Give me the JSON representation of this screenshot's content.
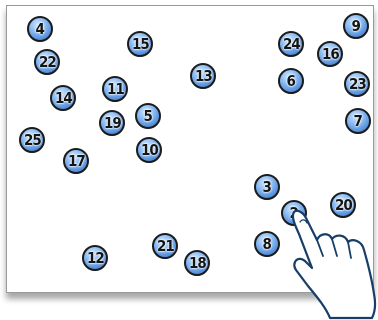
{
  "game": {
    "bubbles": [
      {
        "n": "4"
      },
      {
        "n": "9"
      },
      {
        "n": "15"
      },
      {
        "n": "24"
      },
      {
        "n": "16"
      },
      {
        "n": "22"
      },
      {
        "n": "13"
      },
      {
        "n": "6"
      },
      {
        "n": "23"
      },
      {
        "n": "11"
      },
      {
        "n": "14"
      },
      {
        "n": "5"
      },
      {
        "n": "19"
      },
      {
        "n": "7"
      },
      {
        "n": "25"
      },
      {
        "n": "10"
      },
      {
        "n": "17"
      },
      {
        "n": "3"
      },
      {
        "n": "20"
      },
      {
        "n": "2"
      },
      {
        "n": "8"
      },
      {
        "n": "21"
      },
      {
        "n": "12"
      },
      {
        "n": "18"
      }
    ],
    "pointer": {
      "icon": "pointing-hand-icon",
      "target": "2"
    }
  }
}
